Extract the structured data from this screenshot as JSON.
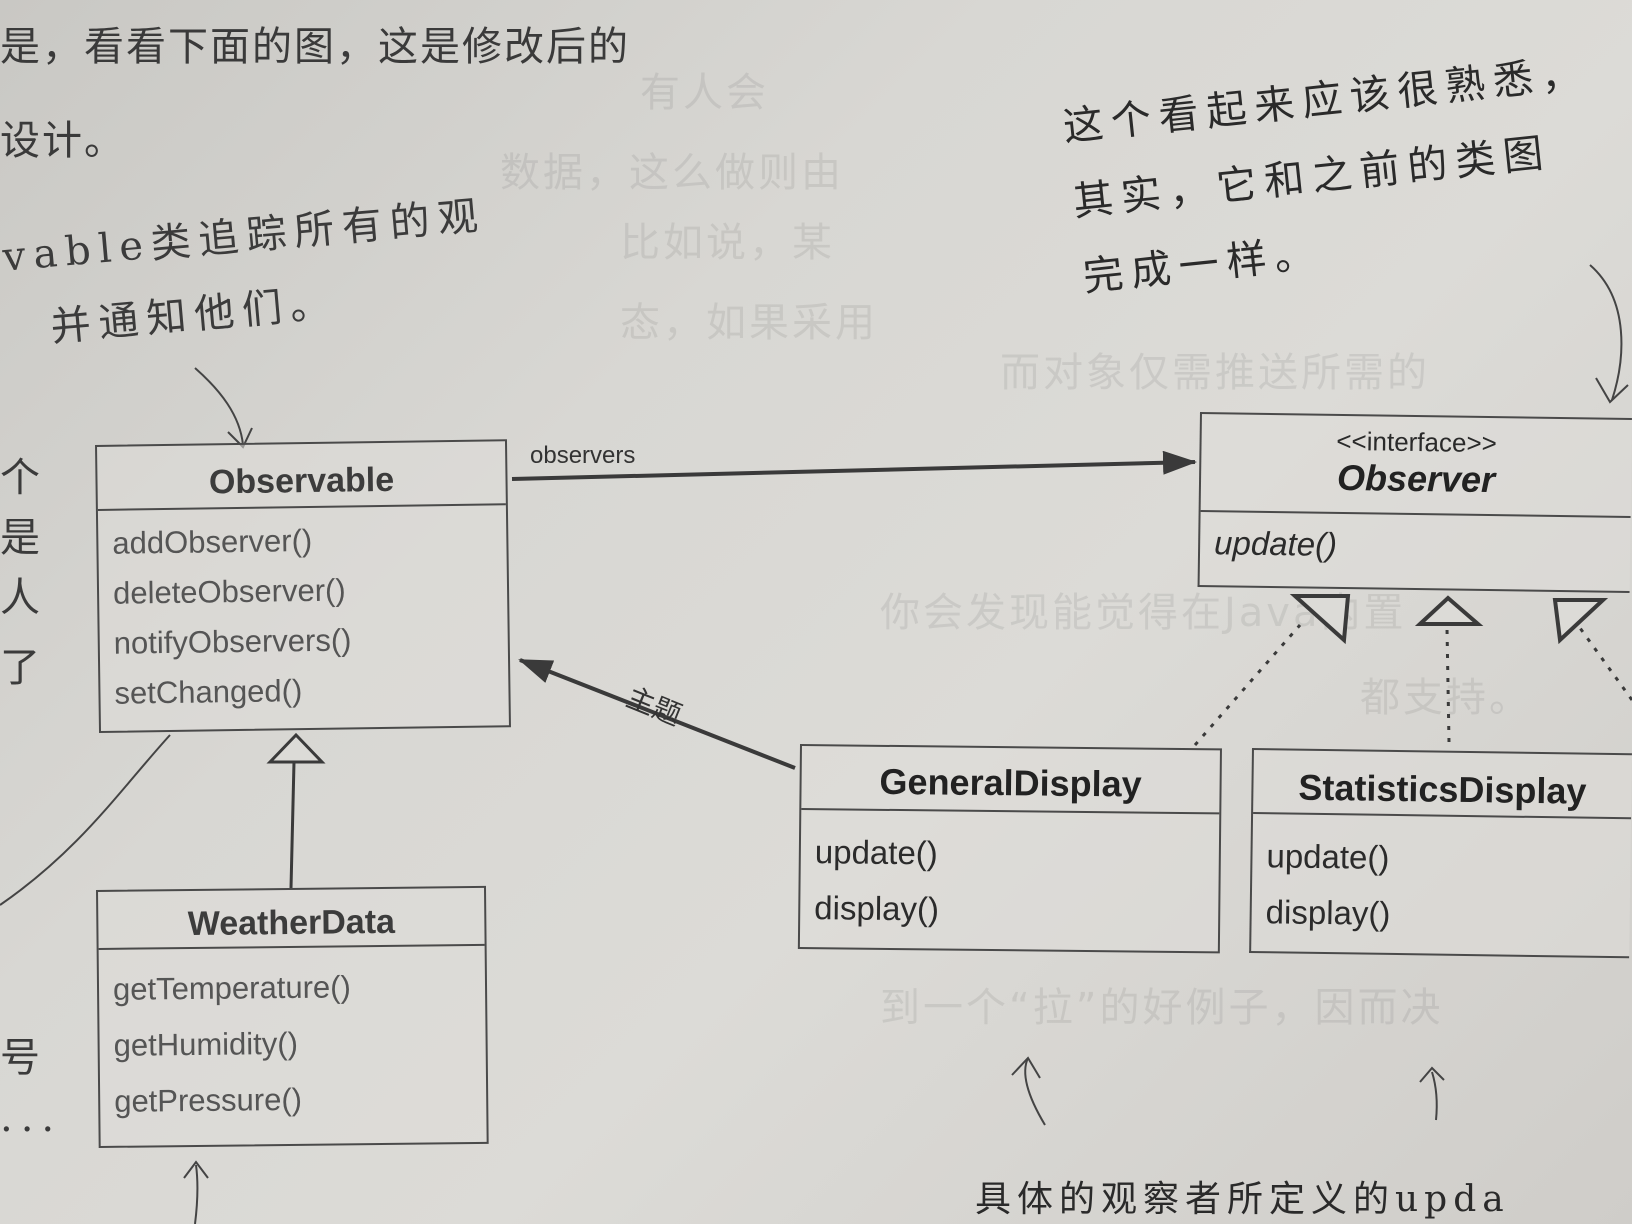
{
  "printed_text": {
    "line1": "是，看看下面的图，这是修改后的",
    "line2": "设计。"
  },
  "background_bleed": [
    "有人会",
    "数据，这么做则由",
    "比如说，某",
    "态，如果采用",
    "而对象仅需推送所需的",
    "你会发现能觉得在Java内置",
    "都支持。",
    "到一个“拉”的好例子，因而决"
  ],
  "annotations": {
    "top_left": [
      "vable类追踪所有的观",
      "并通知他们。"
    ],
    "top_right": [
      "这个看起来应该很熟悉，",
      "其实，它和之前的类图",
      "完成一样。"
    ],
    "bottom_right": "具体的观察者所定义的upda",
    "left_margin": [
      "个",
      "是",
      "人",
      "了",
      "号",
      "..."
    ]
  },
  "diagram": {
    "observable": {
      "name": "Observable",
      "methods": [
        "addObserver()",
        "deleteObserver()",
        "notifyObservers()",
        "setChanged()"
      ]
    },
    "weather_data": {
      "name": "WeatherData",
      "methods": [
        "getTemperature()",
        "getHumidity()",
        "getPressure()"
      ]
    },
    "observer": {
      "stereotype": "<<interface>>",
      "name": "Observer",
      "methods": [
        "update()"
      ]
    },
    "general_display": {
      "name": "GeneralDisplay",
      "methods": [
        "update()",
        "display()"
      ]
    },
    "statistics_display": {
      "name": "StatisticsDisplay",
      "methods": [
        "update()",
        "display()"
      ]
    },
    "edges": {
      "observers_label": "observers",
      "subject_label": "主题"
    }
  },
  "colors": {
    "paper": "#d8d7d3",
    "ink": "#3a3a3a",
    "line": "#4a4a4a"
  }
}
